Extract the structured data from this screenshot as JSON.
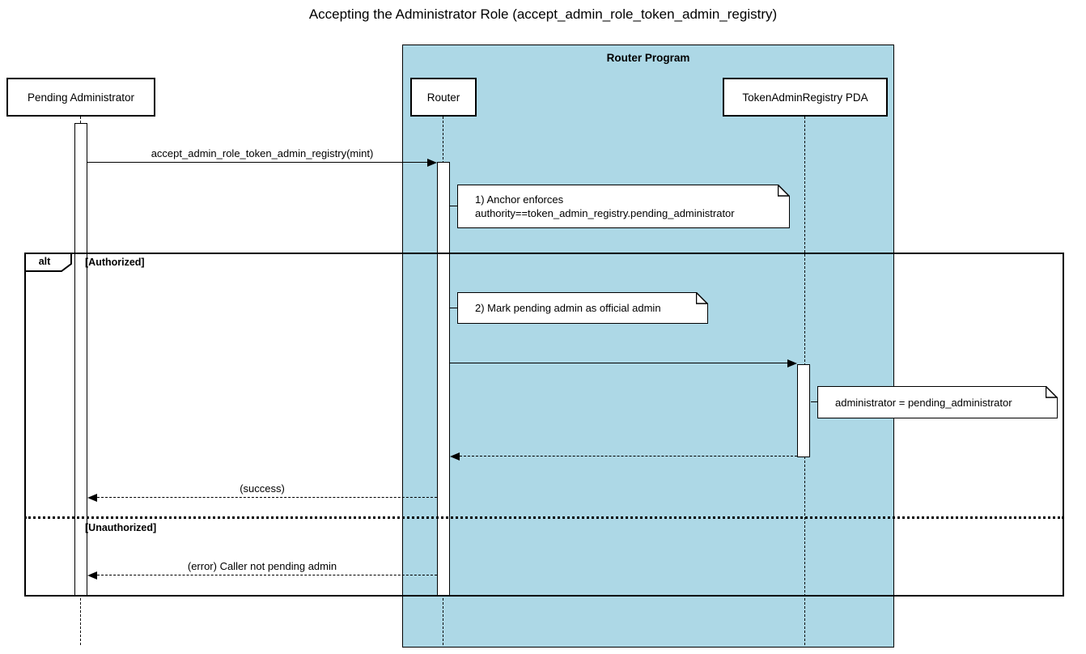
{
  "title": "Accepting the Administrator Role (accept_admin_role_token_admin_registry)",
  "colors": {
    "container_fill": "#ADD8E6",
    "line": "#000000",
    "note_fill": "#FFFFFF"
  },
  "container": {
    "label": "Router Program"
  },
  "participants": {
    "pending_admin": "Pending Administrator",
    "router": "Router",
    "pda": "TokenAdminRegistry PDA"
  },
  "frame": {
    "operator": "alt",
    "guard_authorized": "[Authorized]",
    "guard_unauthorized": "[Unauthorized]"
  },
  "messages": {
    "call": "accept_admin_role_token_admin_registry(mint)",
    "success": "(success)",
    "error": "(error) Caller not pending admin"
  },
  "notes": {
    "anchor_note": {
      "line1": "1) Anchor enforces",
      "line2": "authority==token_admin_registry.pending_administrator"
    },
    "mark_note": "2) Mark pending admin as official admin",
    "assign_note": "administrator = pending_administrator"
  }
}
